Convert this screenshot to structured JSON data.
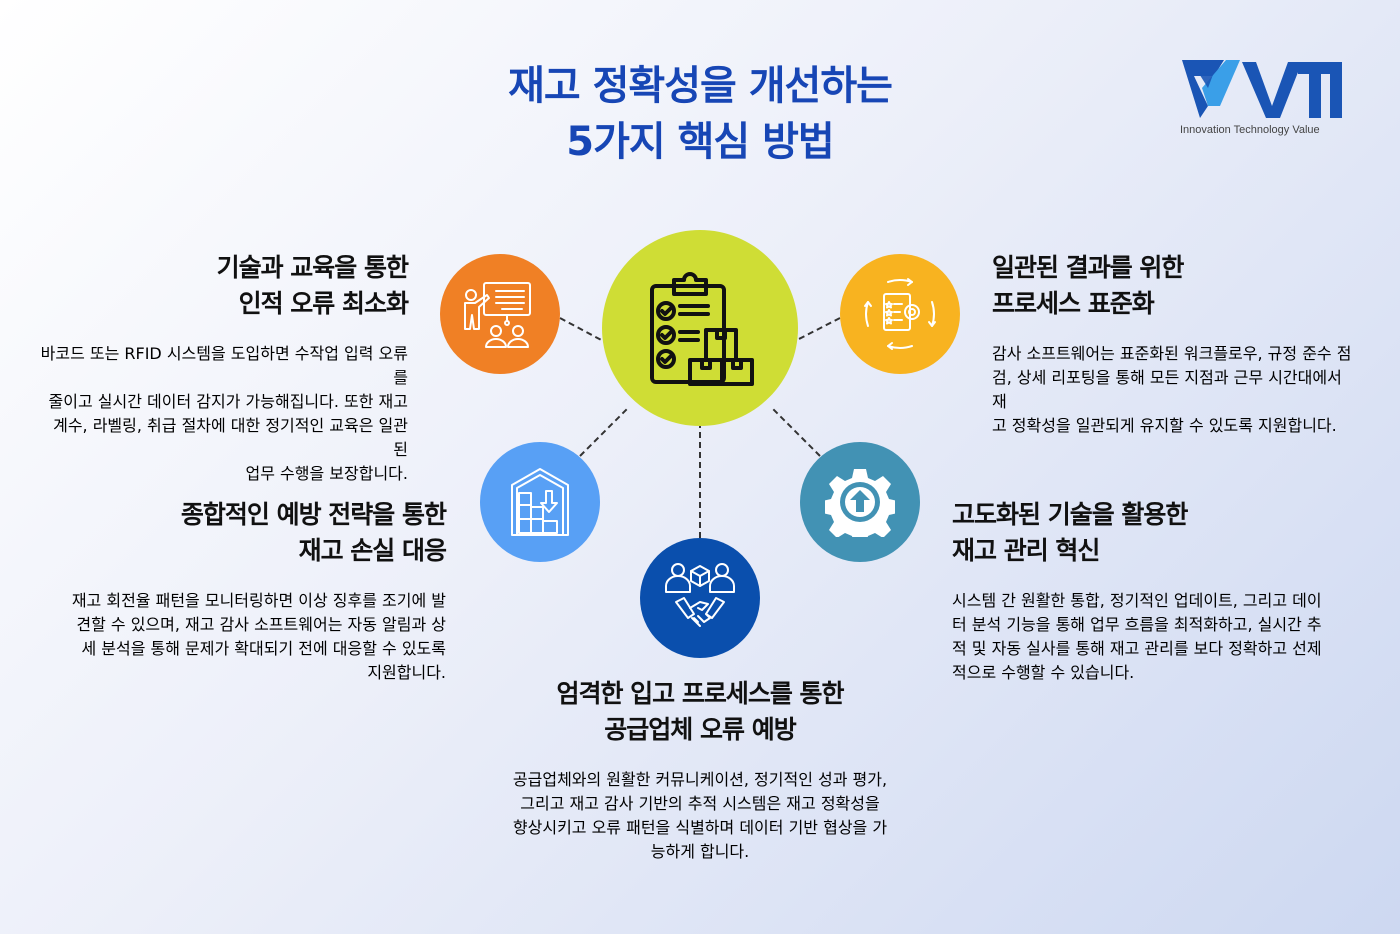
{
  "header": {
    "title_line1": "재고 정확성을 개선하는",
    "title_line2": "5가지 핵심 방법"
  },
  "logo": {
    "text": "VTI",
    "tagline": "Innovation Technology Value",
    "colors": {
      "dark": "#1a55b5",
      "light": "#3a9fe8"
    }
  },
  "center": {
    "icon": "clipboard-checklist-boxes-icon",
    "color": "#cfdd35"
  },
  "methods": [
    {
      "id": "training",
      "icon": "presentation-training-icon",
      "color": "#f08025",
      "title": [
        "기술과 교육을 통한",
        "인적 오류 최소화"
      ],
      "body": [
        "바코드 또는 RFID 시스템을 도입하면 수작업 입력 오류를",
        "줄이고 실시간 데이터 감지가 가능해집니다. 또한 재고",
        "계수, 라벨링, 취급 절차에 대한 정기적인 교육은 일관된",
        "업무 수행을 보장합니다."
      ]
    },
    {
      "id": "standardization",
      "icon": "process-cycle-checklist-gear-icon",
      "color": "#f8b320",
      "title": [
        "일관된 결과를 위한",
        "프로세스 표준화"
      ],
      "body": [
        "감사 소프트웨어는 표준화된 워크플로우, 규정 준수 점",
        "검, 상세 리포팅을 통해 모든 지점과 근무 시간대에서 재",
        "고 정확성을 일관되게 유지할 수 있도록 지원합니다."
      ]
    },
    {
      "id": "prevention",
      "icon": "warehouse-boxes-icon",
      "color": "#58a0f5",
      "title": [
        "종합적인 예방 전략을 통한",
        "재고 손실 대응"
      ],
      "body": [
        "재고 회전율 패턴을 모니터링하면 이상 징후를 조기에 발",
        "견할 수 있으며, 재고 감사 소프트웨어는 자동 알림과 상",
        "세 분석을 통해 문제가 확대되기 전에 대응할 수 있도록",
        "지원합니다."
      ]
    },
    {
      "id": "technology",
      "icon": "gear-upgrade-icon",
      "color": "#4292b4",
      "title": [
        "고도화된 기술을 활용한",
        "재고 관리 혁신"
      ],
      "body": [
        "시스템 간 원활한 통합, 정기적인 업데이트, 그리고 데이",
        "터 분석 기능을 통해 업무 흐름을 최적화하고, 실시간 추",
        "적 및 자동 실사를 통해 재고 관리를 보다 정확하고 선제",
        "적으로 수행할 수 있습니다."
      ]
    },
    {
      "id": "receiving",
      "icon": "supplier-handshake-icon",
      "color": "#0a4fad",
      "title": [
        "엄격한 입고 프로세스를 통한",
        "공급업체 오류 예방"
      ],
      "body": [
        "공급업체와의 원활한 커뮤니케이션, 정기적인 성과 평가,",
        "그리고 재고 감사 기반의 추적 시스템은 재고 정확성을",
        "향상시키고 오류 패턴을 식별하며 데이터 기반 협상을 가",
        "능하게 합니다."
      ]
    }
  ]
}
